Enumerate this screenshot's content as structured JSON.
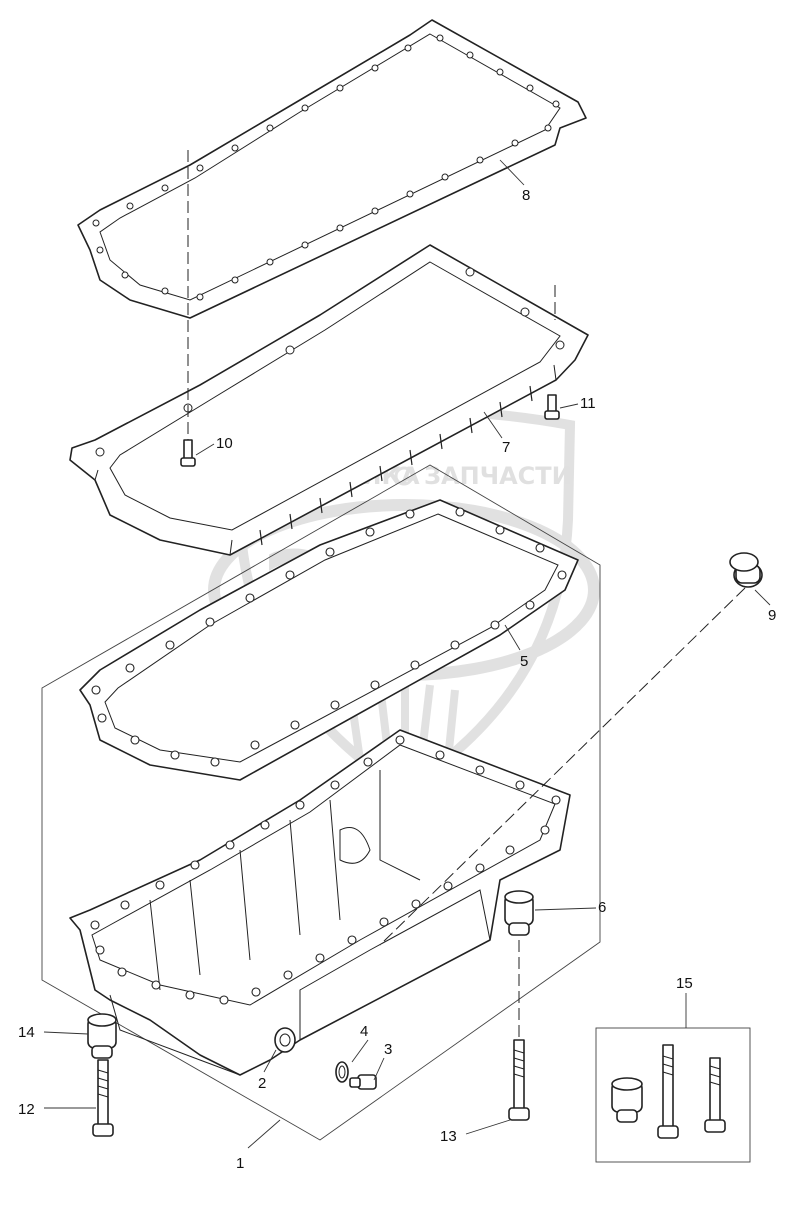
{
  "watermark": {
    "top_text_left": "ТЕХНИКА",
    "top_text_right": "ЗАПЧАСТИ",
    "letters": "ЭПФ"
  },
  "callouts": [
    {
      "id": "1",
      "label": "1"
    },
    {
      "id": "2",
      "label": "2"
    },
    {
      "id": "3",
      "label": "3"
    },
    {
      "id": "4",
      "label": "4"
    },
    {
      "id": "5",
      "label": "5"
    },
    {
      "id": "6",
      "label": "6"
    },
    {
      "id": "7",
      "label": "7"
    },
    {
      "id": "8",
      "label": "8"
    },
    {
      "id": "9",
      "label": "9"
    },
    {
      "id": "10",
      "label": "10"
    },
    {
      "id": "11",
      "label": "11"
    },
    {
      "id": "12",
      "label": "12"
    },
    {
      "id": "13",
      "label": "13"
    },
    {
      "id": "14",
      "label": "14"
    },
    {
      "id": "15",
      "label": "15"
    }
  ]
}
